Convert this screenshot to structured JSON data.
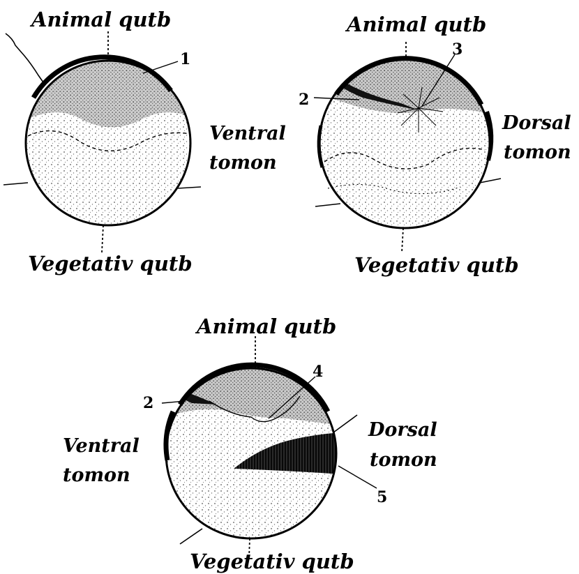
{
  "diagram_1": {
    "top_label": "Animal qutb",
    "bottom_label": "Vegetativ qutb",
    "side_label_line1": "Ventral",
    "side_label_line2": "tomon",
    "marker_1": "1"
  },
  "diagram_2": {
    "top_label": "Animal qutb",
    "bottom_label": "Vegetativ qutb",
    "side_label_line1": "Dorsal",
    "side_label_line2": "tomon",
    "marker_2": "2",
    "marker_3": "3"
  },
  "diagram_3": {
    "top_label": "Animal qutb",
    "bottom_label": "Vegetativ qutb",
    "left_label_line1": "Ventral",
    "left_label_line2": "tomon",
    "right_label_line1": "Dorsal",
    "right_label_line2": "tomon",
    "marker_2": "2",
    "marker_4": "4",
    "marker_5": "5"
  }
}
